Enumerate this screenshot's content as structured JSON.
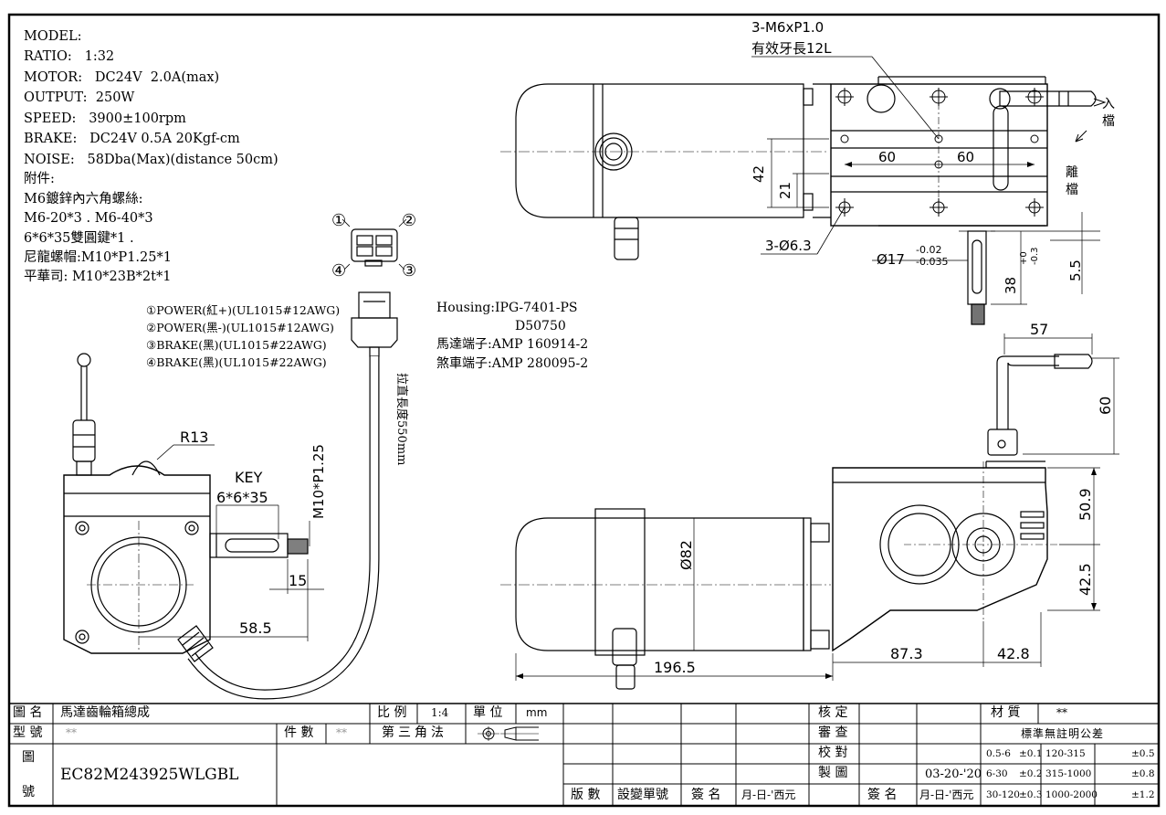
{
  "specs": {
    "lines": [
      "MODEL:",
      "RATIO:   1:32",
      "MOTOR:   DC24V  2.0A(max)",
      "OUTPUT:  250W",
      "SPEED:   3900±100rpm",
      "BRAKE:   DC24V 0.5A 20Kgf-cm",
      "NOISE:   58Dba(Max)(distance 50cm)",
      "附件:",
      "M6鍍鋅內六角螺絲:",
      "M6-20*3 . M6-40*3",
      "6*6*35雙圓鍵*1 .",
      "尼龍螺帽:M10*P1.25*1",
      "平華司: M10*23B*2t*1"
    ]
  },
  "connector": {
    "pins": [
      "①",
      "②",
      "③",
      "④"
    ],
    "wires": [
      "①POWER(紅+)(UL1015#12AWG)",
      "②POWER(黑-)(UL1015#12AWG)",
      "③BRAKE(黑)(UL1015#22AWG)",
      "④BRAKE(黑)(UL1015#22AWG)"
    ],
    "housing": [
      "Housing:IPG-7401-PS",
      "D50750",
      "馬達端子:AMP 160914-2",
      "煞車端子:AMP 280095-2"
    ],
    "cable_length": "拉直長度550mm"
  },
  "top_view": {
    "thread_note": "3-M6xP1.0",
    "thread_len": "有效牙長12L",
    "holes": "3-Ø6.3",
    "shaft_dia": "Ø17",
    "shaft_tol_up": "-0.02",
    "shaft_tol_dn": "-0.035",
    "dim_60a": "60",
    "dim_60b": "60",
    "dim_42": "42",
    "dim_21": "21",
    "dim_38": "38",
    "dim_38_tol_up": "+0",
    "dim_38_tol_dn": "-0.3",
    "dim_55": "5.5",
    "lever_in_1": "入",
    "lever_in_2": "檔",
    "lever_out_1": "離",
    "lever_out_2": "檔"
  },
  "side_view": {
    "r13": "R13",
    "key_1": "KEY",
    "key_2": "6*6*35",
    "thread": "M10*P1.25",
    "dim_15": "15",
    "dim_585": "58.5"
  },
  "front_view": {
    "dim_57": "57",
    "dim_60": "60",
    "dia_82": "Ø82",
    "dim_509": "50.9",
    "dim_425": "42.5",
    "dim_1965": "196.5",
    "dim_873": "87.3",
    "dim_428": "42.8"
  },
  "title_block": {
    "name_label": "圖 名",
    "name_value": "馬達齒輪箱總成",
    "scale_label": "比 例",
    "scale_value": "1:4",
    "unit_label": "單 位",
    "unit_value": "mm",
    "model_label": "型 號",
    "model_value": "**",
    "qty_label": "件 數",
    "qty_value": "**",
    "projection": "第三角法",
    "drawing_label_1": "圖",
    "drawing_label_2": "號",
    "drawing_no": "EC82M243925WLGBL",
    "approve": "核 定",
    "review": "審 查",
    "check": "校 對",
    "draw": "製 圖",
    "date": "03-20-'20",
    "rev_ver": "版 數",
    "rev_no": "設變單號",
    "rev_sign": "簽 名",
    "rev_date": "月-日-'西元",
    "sign2": "簽 名",
    "date2": "月-日-'西元",
    "material_label": "材 質",
    "material_value": "**",
    "tol_title": "標準無註明公差",
    "tolerances": [
      {
        "range": "0.5-6",
        "tol": "±0.1"
      },
      {
        "range": "120-315",
        "tol": "±0.5"
      },
      {
        "range": "6-30",
        "tol": "±0.2"
      },
      {
        "range": "315-1000",
        "tol": "±0.8"
      },
      {
        "range": "30-120",
        "tol": "±0.3"
      },
      {
        "range": "1000-2000",
        "tol": "±1.2"
      }
    ]
  }
}
